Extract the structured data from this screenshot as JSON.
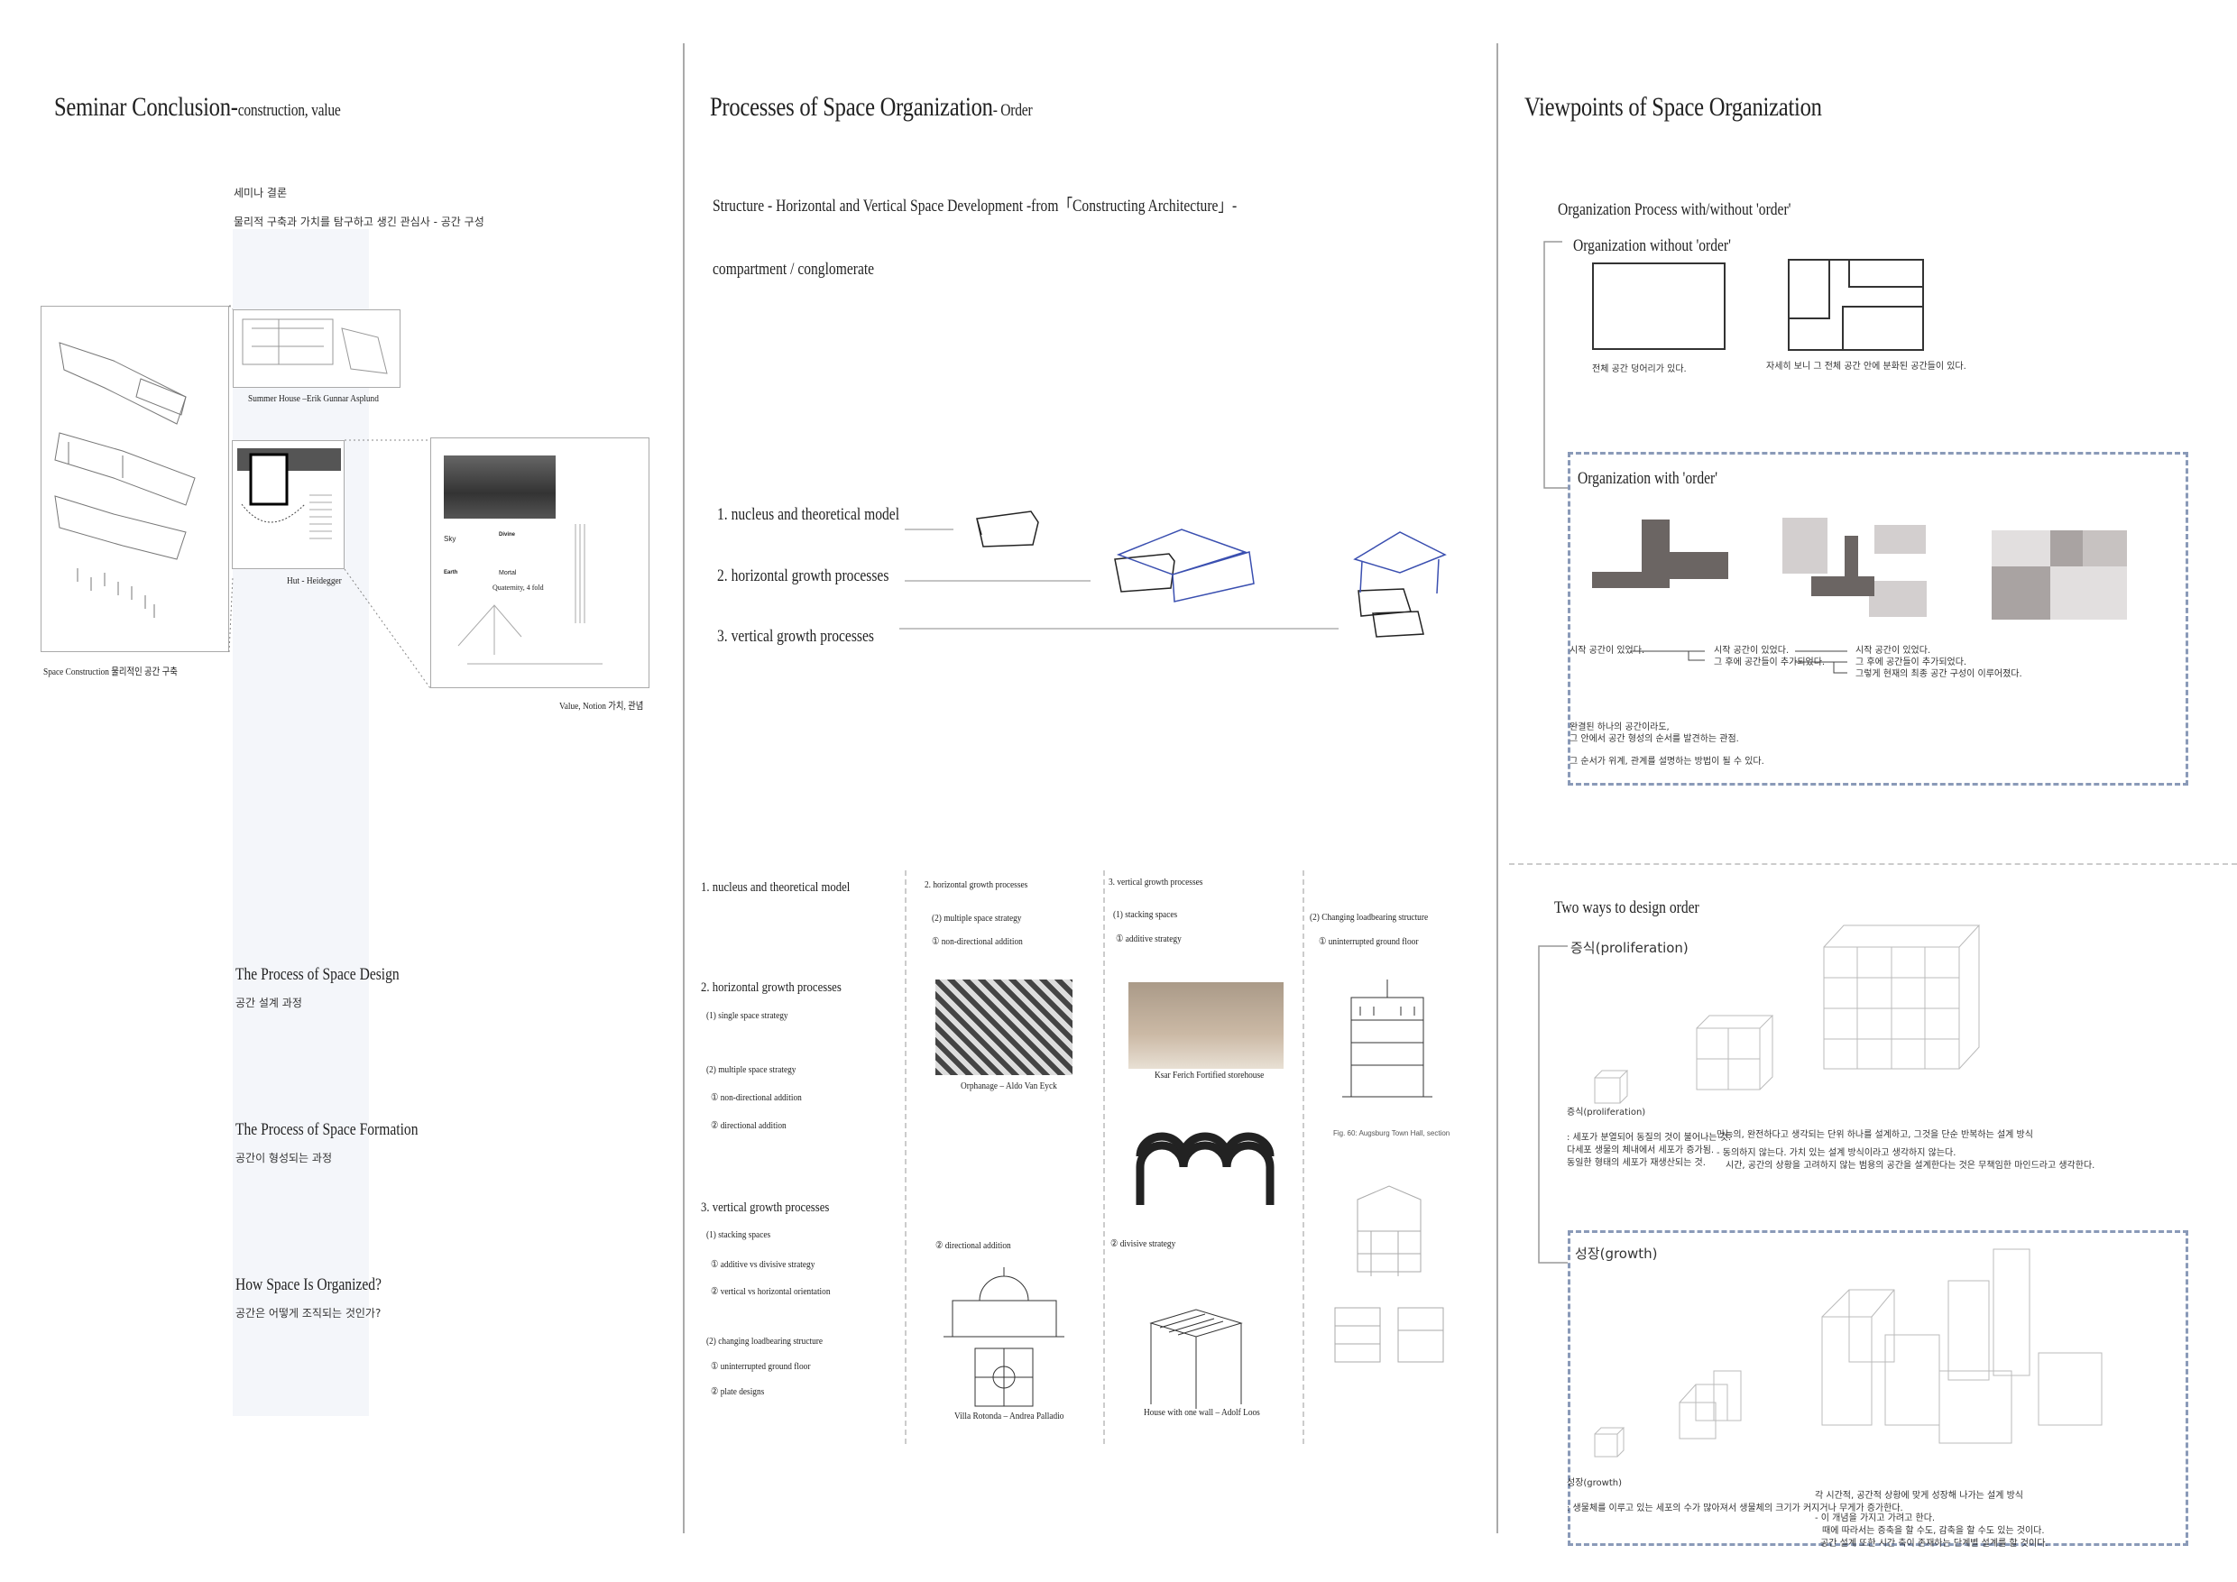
{
  "left": {
    "title": "Seminar Conclusion-",
    "subtitle": "construction, value",
    "kr_heading": "세미나 결론",
    "kr_sub": "물리적 구축과 가치를 탐구하고 생긴 관심사 -  공간 구성",
    "summer_caption": "Summer House –Erik Gunnar Asplund",
    "hut_caption": "Hut - Heidegger",
    "quaternity": {
      "sky": "Sky",
      "divine": "Divine",
      "earth": "Earth",
      "mortal": "Mortal",
      "caption": "Quaternity, 4 fold"
    },
    "construction_caption": "Space Construction 물리적인 공간 구축",
    "value_caption": "Value, Notion 가치, 관념",
    "sections": [
      {
        "en": "The Process of Space Design",
        "kr": "공간 설계 과정"
      },
      {
        "en": "The Process of Space Formation",
        "kr": "공간이 형성되는 과정"
      },
      {
        "en": "How Space Is Organized?",
        "kr": "공간은 어떻게 조직되는 것인가?"
      }
    ]
  },
  "middle": {
    "title": "Processes of Space Organization",
    "subtitle": "- Order",
    "structure": "Structure - Horizontal and Vertical Space Development   -from「Constructing Architecture」-",
    "compartment": "compartment / conglomerate",
    "steps": [
      "1. nucleus and theoretical model",
      "2. horizontal growth processes",
      "3. vertical growth processes"
    ],
    "outline": [
      "1. nucleus and theoretical model",
      "2. horizontal growth processes",
      "(1) single space strategy",
      "(2) multiple space strategy",
      "① non-directional addition",
      "② directional addition",
      "3. vertical growth processes",
      "(1) stacking spaces",
      "① additive vs divisive strategy",
      "② vertical vs horizontal orientation",
      "(2) changing loadbearing structure",
      "① uninterrupted ground floor",
      "② plate designs"
    ],
    "col2": {
      "head": "2. horizontal growth processes",
      "sub": "(2) multiple space strategy",
      "item1": "① non-directional addition",
      "cap1": "Orphanage – Aldo Van Eyck",
      "item2": "② directional addition",
      "cap2": "Villa Rotonda – Andrea Palladio"
    },
    "col3": {
      "head": "3. vertical growth processes",
      "sub": "(1) stacking spaces",
      "item1": "① additive strategy",
      "cap1": "Ksar Ferich Fortified storehouse",
      "item2": "② divisive strategy",
      "cap2": "House with one wall – Adolf Loos"
    },
    "col4": {
      "sub": "(2) Changing loadbearing structure",
      "item1": "① uninterrupted ground floor",
      "cap1": "Fig. 60: Augsburg Town Hall, section"
    }
  },
  "right": {
    "title": "Viewpoints of Space Organization",
    "process_heading": "Organization Process with/without 'order'",
    "without": {
      "heading": "Organization without 'order'",
      "cap1": "전체 공간 덩어리가 있다.",
      "cap2": "자세히 보니 그 전체 공간 안에 분화된 공간들이 있다."
    },
    "with": {
      "heading": "Organization with 'order'",
      "col1": [
        "시작 공간이 있었다."
      ],
      "col2": [
        "시작 공간이 있었다.",
        "그 후에 공간들이 추가되었다."
      ],
      "col3": [
        "시작 공간이 있었다.",
        "그 후에 공간들이 추가되었다.",
        "그렇게 현재의 최종 공간 구성이 이루어졌다."
      ],
      "para1": "완결된 하나의 공간이라도,",
      "para2": "그 안에서 공간 형성의 순서를 발견하는 관점.",
      "para3": "그 순서가 위계, 관계를 설명하는 방법이 될 수 있다."
    },
    "two_ways": "Two ways to design order",
    "proliferation": {
      "heading": "증식(proliferation)",
      "label": "증식(proliferation)",
      "def": [
        ": 세포가 분열되어 동질의 것이 불어나는 것.",
        "다세포 생물의 체내에서 세포가 증가됨.",
        "동일한 형태의 세포가 재생산되는 것."
      ],
      "method": "만능의, 완전하다고 생각되는 단위 하나를 설계하고, 그것을 단순 반복하는 설계 방식",
      "opinion": [
        "-   동의하지 않는다. 가치 있는 설계 방식이라고 생각하지 않는다.",
        "시간, 공간의 상황을 고려하지 않는 범용의 공간을 설계한다는 것은 무책임한 마인드라고 생각한다."
      ]
    },
    "growth": {
      "heading": "성장(growth)",
      "label": "성장(growth)",
      "def": ": 생물체를 이루고 있는 세포의 수가 많아져서 생물체의 크기가 커지거나 무게가 증가한다.",
      "method": "각 시간적, 공간적 상황에 맞게 성장해 나가는 설계 방식",
      "opinion": [
        "- 이 개념을 가지고 가려고 한다.",
        "때에 따라서는 증축을 할 수도, 감축을 할 수도 있는 것이다.",
        "공간 설계 또한 시간 축이 존재하는 단계별 설계를 할 것이다."
      ]
    }
  },
  "colors": {
    "band": "#f4f6fa",
    "dashed_box": "#8a9ab8",
    "dark_block": "#6b6563",
    "light_block": "#d3cfcf",
    "sketch_blue": "#3a4fb0"
  }
}
